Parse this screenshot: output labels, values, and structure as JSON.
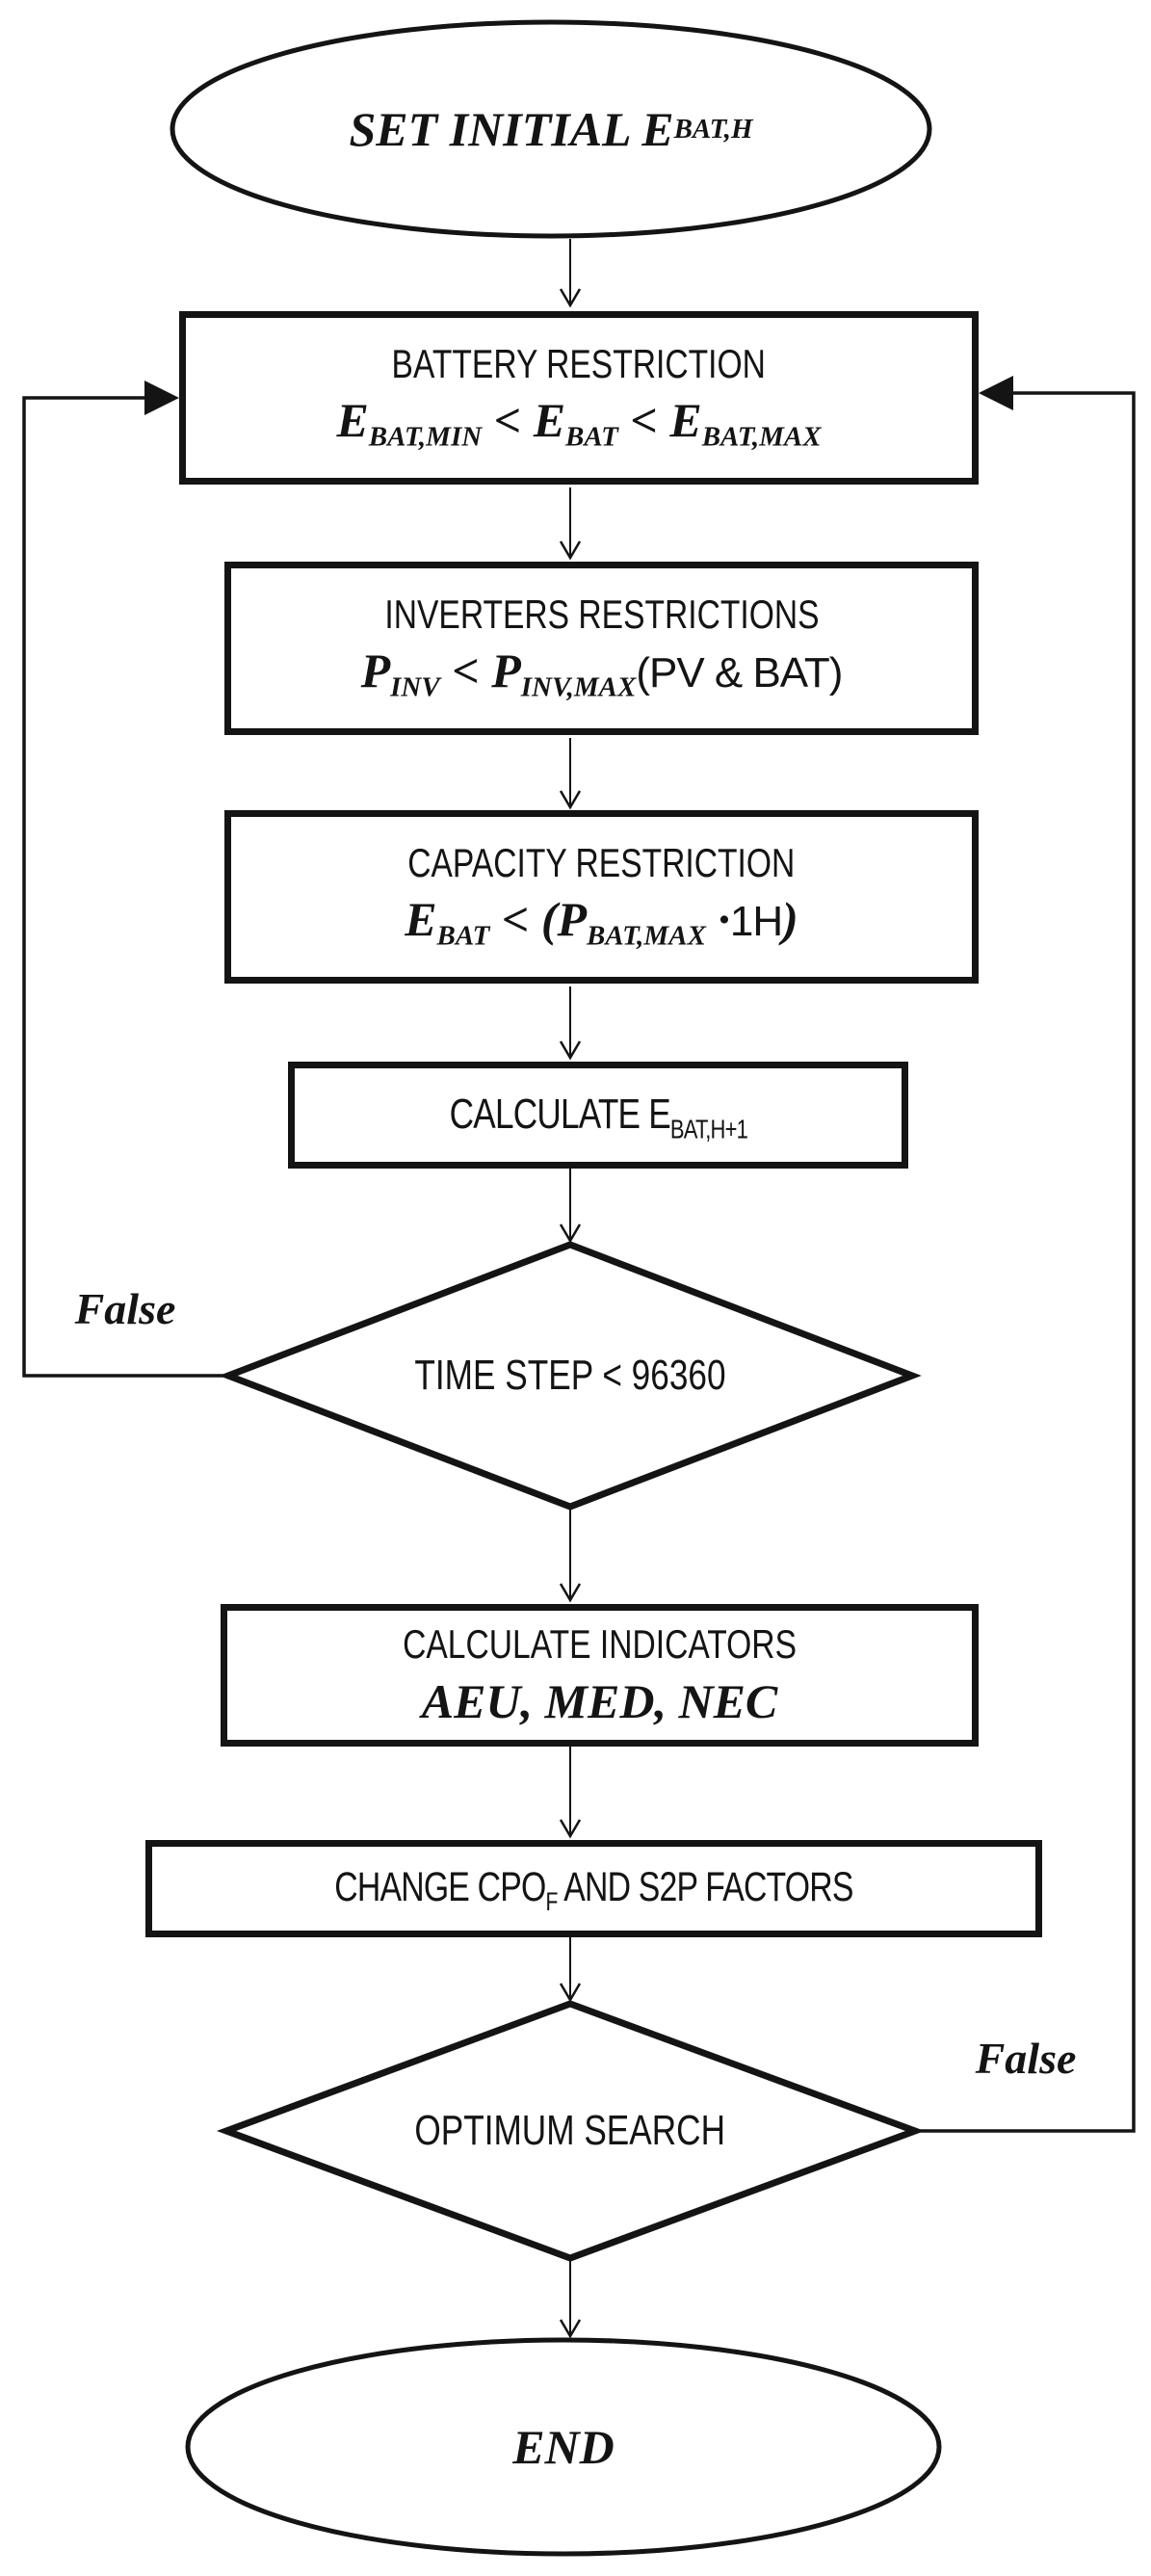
{
  "figure": {
    "background": "#ffffff",
    "line_color": "#141414"
  },
  "nodes": {
    "start": {
      "shape": "terminator",
      "label_parts": [
        {
          "t": "SET INITIAL E"
        },
        {
          "sub": "BAT,H"
        }
      ]
    },
    "battery": {
      "shape": "process",
      "title": "BATTERY RESTRICTION",
      "formula_parts": [
        {
          "t": "E"
        },
        {
          "sub": "BAT,MIN"
        },
        {
          "t": " < E"
        },
        {
          "sub": "BAT"
        },
        {
          "t": " < E"
        },
        {
          "sub": "BAT,MAX"
        }
      ]
    },
    "inverters": {
      "shape": "process",
      "title": "INVERTERS RESTRICTIONS",
      "formula_parts": [
        {
          "t": "P"
        },
        {
          "sub": "INV"
        },
        {
          "t": " < P"
        },
        {
          "sub": "INV,MAX"
        },
        {
          "u": "(PV & BAT)"
        }
      ]
    },
    "capacity": {
      "shape": "process",
      "title": "CAPACITY RESTRICTION",
      "formula_parts": [
        {
          "t": "E"
        },
        {
          "sub": "BAT"
        },
        {
          "t": " < (P"
        },
        {
          "sub": "BAT,MAX"
        },
        {
          "t": " ·"
        },
        {
          "u": "1H"
        },
        {
          "t": ")"
        }
      ]
    },
    "calc_next": {
      "shape": "process",
      "label_parts": [
        {
          "u": "CALCULATE E"
        },
        {
          "usub": "BAT,H+1"
        }
      ]
    },
    "time_step": {
      "shape": "decision",
      "label": "TIME STEP < 96360",
      "false_label": "False"
    },
    "indicators": {
      "shape": "process",
      "title": "CALCULATE INDICATORS",
      "formula_parts": [
        {
          "t": "AEU, MED, NEC"
        }
      ]
    },
    "change_factors": {
      "shape": "process",
      "label_parts": [
        {
          "u": "CHANGE CPO"
        },
        {
          "usub": "F"
        },
        {
          "u": " AND S2P FACTORS"
        }
      ]
    },
    "optimum": {
      "shape": "decision",
      "label": "OPTIMUM SEARCH",
      "false_label": "False"
    },
    "end": {
      "shape": "terminator",
      "label_parts": [
        {
          "t": "END"
        }
      ]
    }
  }
}
